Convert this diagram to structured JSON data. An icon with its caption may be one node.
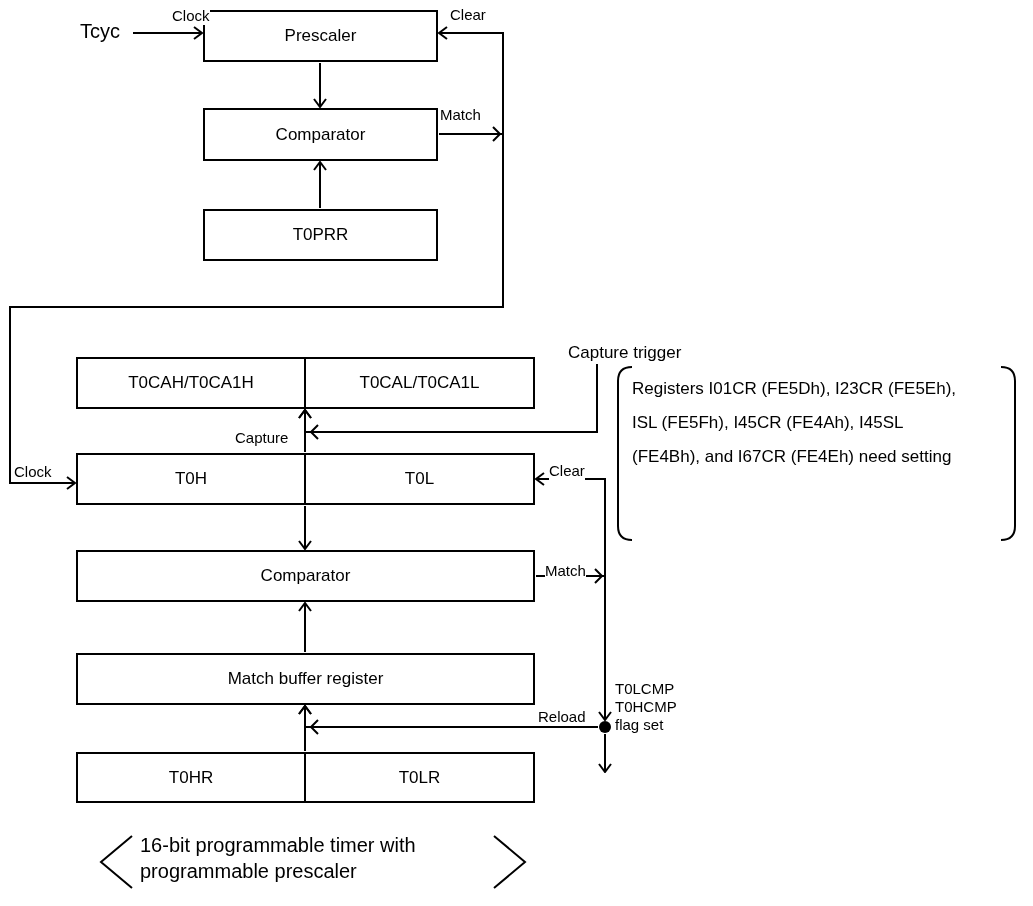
{
  "diagram": {
    "caption": "16-bit programmable timer with programmable prescaler",
    "nodes": [
      {
        "text": [
          "Tcyc"
        ]
      },
      {
        "text": [
          "Prescaler"
        ]
      },
      {
        "text": [
          "Comparator"
        ]
      },
      {
        "text": [
          "T0PRR"
        ]
      },
      {
        "text": [
          "T0CAH/T0CA1H"
        ]
      },
      {
        "text": [
          "T0CAL/T0CA1L"
        ]
      },
      {
        "text": [
          "Capture trigger"
        ]
      },
      {
        "text": [
          "T0H"
        ]
      },
      {
        "text": [
          "T0L"
        ]
      },
      {
        "text": [
          "Comparator"
        ]
      },
      {
        "text": [
          "Match buffer register"
        ]
      },
      {
        "text": [
          "T0HR"
        ]
      },
      {
        "text": [
          "T0LR"
        ]
      },
      {
        "text": [],
        "shape": "circle"
      }
    ],
    "edges": [
      {
        "from": 0,
        "to": 1,
        "arrow": "to",
        "label": "Clock"
      },
      {
        "from": 1,
        "to": 2,
        "arrow": "to"
      },
      {
        "from": 3,
        "to": 2,
        "arrow": "to"
      },
      {
        "from": 2,
        "to": 1,
        "arrow": "to",
        "label": "Clear"
      },
      {
        "from": 2,
        "to": 7,
        "arrow": "to",
        "label": "Clock"
      },
      {
        "from": 7,
        "to": 4,
        "arrow": "to",
        "label": "Capture"
      },
      {
        "from": 7,
        "to": 9,
        "arrow": "to"
      },
      {
        "from": 6,
        "to": 4,
        "arrow": "to"
      },
      {
        "from": 9,
        "to": 8,
        "arrow": "to",
        "label": "Clear"
      },
      {
        "from": 9,
        "to": 13,
        "arrow": "to"
      },
      {
        "from": 13,
        "to": 10,
        "arrow": "to",
        "label": "Reload"
      },
      {
        "from": 13,
        "to": null,
        "arrow": "to",
        "label": "T0LCMP T0HCMP flag set"
      },
      {
        "from": 10,
        "to": 9,
        "arrow": "to"
      },
      {
        "from": 11,
        "to": 10,
        "arrow": "to"
      }
    ],
    "labels": [
      "Match",
      "Match",
      "Registers I01CR (FE5Dh), I23CR (FE5Eh), ISL (FE5Fh), I45CR (FE4Ah), I45SL (FE4Bh), and I67CR (FE4Eh) need setting"
    ]
  }
}
